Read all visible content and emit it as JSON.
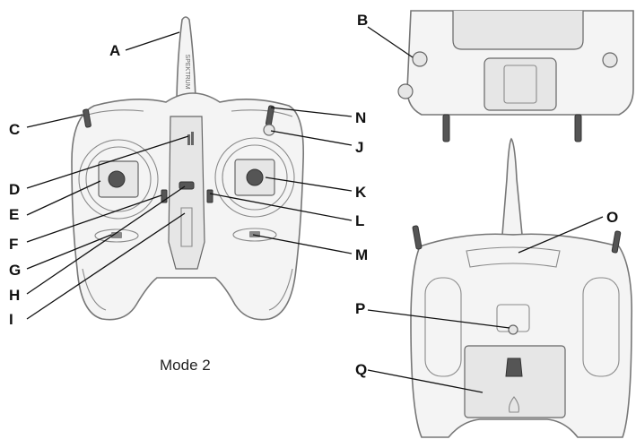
{
  "diagram": {
    "labels": [
      "A",
      "B",
      "C",
      "D",
      "E",
      "F",
      "G",
      "H",
      "I",
      "J",
      "K",
      "L",
      "M",
      "N",
      "O",
      "P",
      "Q"
    ],
    "caption": "Mode 2",
    "antenna_text": "SPEKTRUM"
  }
}
